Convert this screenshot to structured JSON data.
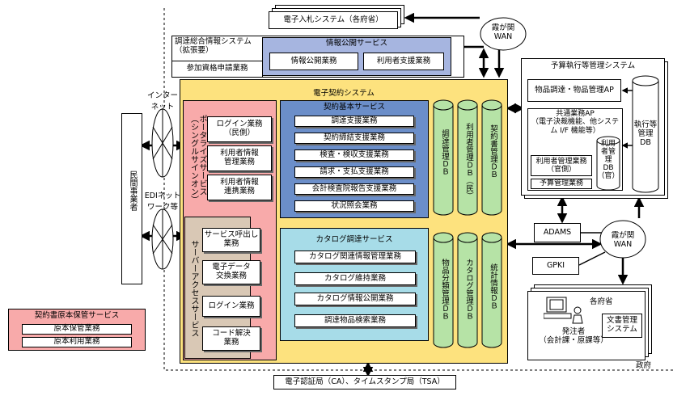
{
  "external": {
    "bidding_system": "電子入札システム（各府省）",
    "kasumigaseki_wan_top": "霞が関\nWAN",
    "kasumigaseki_wan_right": "霞が関\nWAN",
    "internet": "インター\nネット",
    "edi_network": "EDIネット\nワーク等",
    "private_business": "民間事業者",
    "adams": "ADAMS",
    "gpki": "GPKI",
    "government": "政府",
    "ca_tsa": "電子認証局（CA）、タイムスタンプ局（TSA）"
  },
  "procurement_info": {
    "title": "調達総合情報システム\n（拡張要）",
    "qualification": "参加資格申請業務",
    "info_service_title": "情報公開サービス",
    "info_disclosure": "情報公開業務",
    "user_support": "利用者支援業務"
  },
  "econtract": {
    "title": "電子契約システム",
    "portal_label": "ポータライズサービス\n（シングルサインオン）",
    "portal_items": [
      "ログイン業務\n（民側）",
      "利用者情報\n管理業務",
      "利用者情報\n連携業務"
    ],
    "server_access_label": "サーバーアクセスサービス",
    "server_items": [
      "サービス呼出し\n業務",
      "電子データ\n交換業務",
      "ログイン業務",
      "コード解決\n業務"
    ],
    "contract_basic_title": "契約基本サービス",
    "contract_basic_items": [
      "調達支援業務",
      "契約締結支援業務",
      "検査・検収支援業務",
      "請求・支払支援業務",
      "会計検査院報告支援業務",
      "状況照会業務"
    ],
    "catalog_title": "カタログ調達サービス",
    "catalog_items": [
      "カタログ関連情報管理業務",
      "カタログ維持業務",
      "カタログ情報公開業務",
      "調達物品検索業務"
    ],
    "db_top": [
      "調達管理ＤＢ",
      "利用者管理ＤＢ（民）",
      "契約書管理ＤＢ"
    ],
    "db_bottom": [
      "物品分類管理ＤＢ",
      "カタログ管理ＤＢ",
      "統計情報ＤＢ"
    ]
  },
  "budget": {
    "title": "予算執行等管理システム",
    "goods_ap": "物品調達・物品管理AP",
    "common_ap_title": "共通業務AP\n（電子決裁機能、他システ\nム I/F 機能等）",
    "user_mgmt": "利用者管理業務\n（官側）",
    "budget_mgmt": "予算管理業務",
    "user_db": "利用\n者管\n理\nDB\n（官）",
    "exec_db": "執行等\n管理\nDB"
  },
  "ministry": {
    "title": "各府省",
    "orderer": "発注者\n（会計課・原課等）",
    "doc_mgmt": "文書管理\nシステム"
  },
  "original_storage": {
    "title": "契約書原本保管サービス",
    "items": [
      "原本保管業務",
      "原本利用業務"
    ]
  }
}
